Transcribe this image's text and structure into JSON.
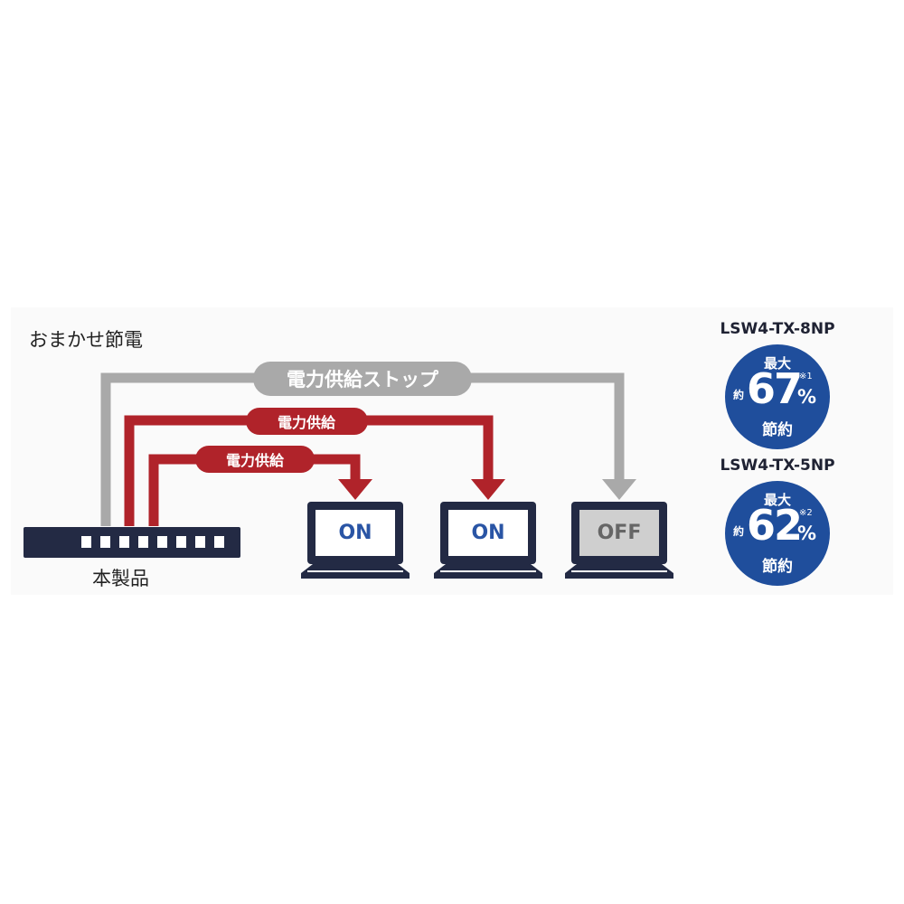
{
  "title": "おまかせ節電",
  "product_label": "本製品",
  "flows": {
    "stop_label": "電力供給ストップ",
    "supply_label_1": "電力供給",
    "supply_label_2": "電力供給"
  },
  "devices": [
    {
      "state": "ON"
    },
    {
      "state": "ON"
    },
    {
      "state": "OFF"
    }
  ],
  "models": [
    {
      "name": "LSW4-TX-8NP",
      "top": "最大",
      "approx": "約",
      "value": "67",
      "note": "※1",
      "percent": "%",
      "bottom": "節約"
    },
    {
      "name": "LSW4-TX-5NP",
      "top": "最大",
      "approx": "約",
      "value": "62",
      "note": "※2",
      "percent": "%",
      "bottom": "節約"
    }
  ],
  "colors": {
    "stop_line": "#a9a9a9",
    "supply_line": "#b0232a",
    "switch_body": "#232a44",
    "badge": "#1f4e9c",
    "on_text": "#2a55a5",
    "off_text": "#666666"
  }
}
